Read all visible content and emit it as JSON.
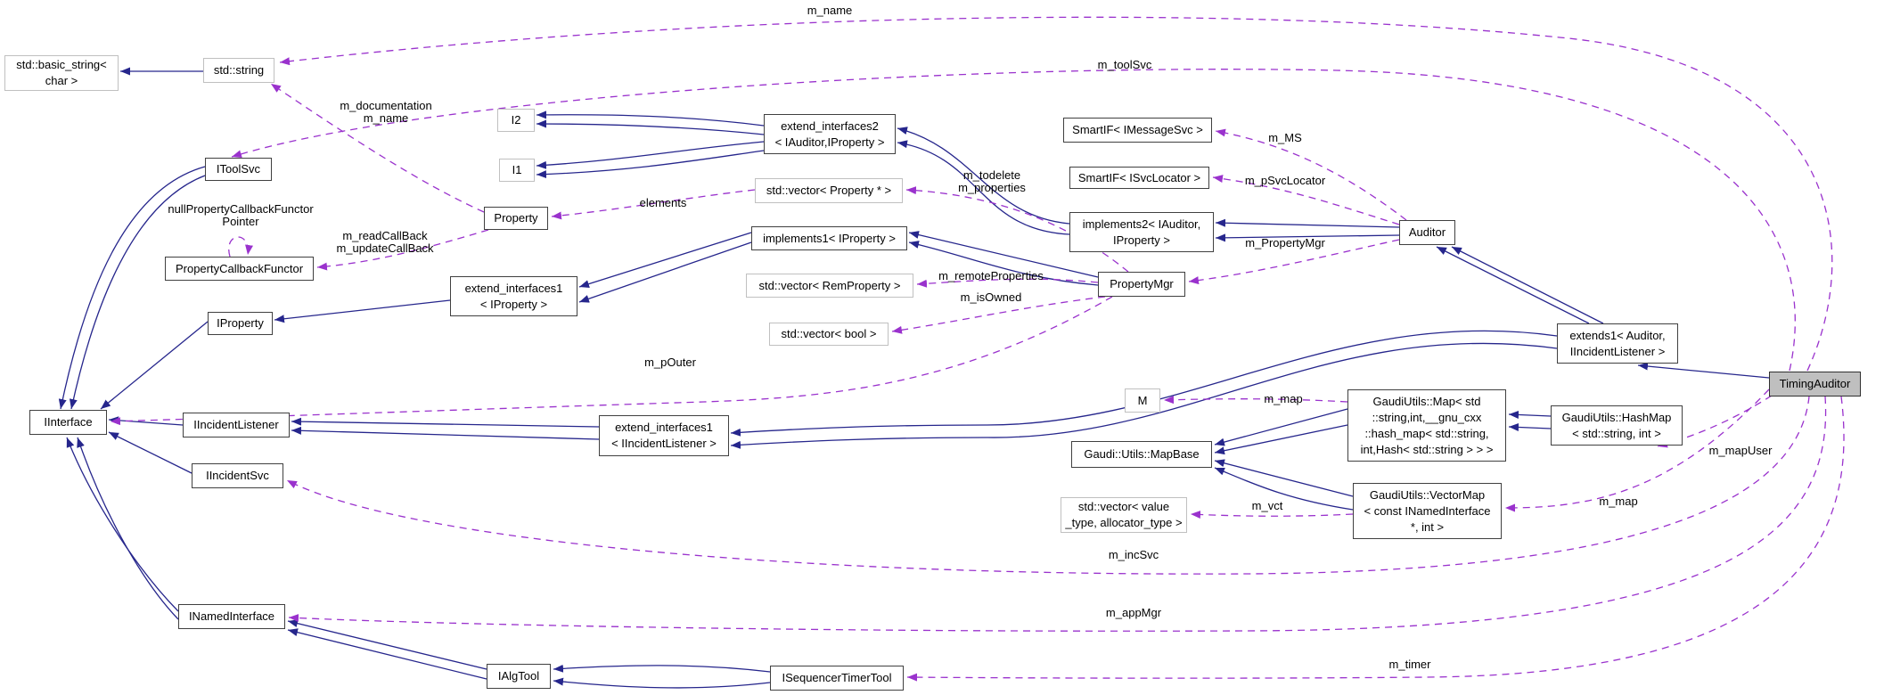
{
  "diagram": {
    "title": "TimingAuditor collaboration diagram",
    "colors": {
      "inherit_edge": "#26268c",
      "usage_edge": "#9a32cd",
      "subject_fill": "#bfbfbf",
      "node_fill": "#ffffff",
      "node_border": "#404040",
      "template_border": "#c0c0c0"
    },
    "nodes": [
      {
        "id": "basic_string",
        "lines": [
          "std::basic_string<",
          "char >"
        ],
        "style": "template"
      },
      {
        "id": "std_string",
        "lines": [
          "std::string"
        ],
        "style": "template"
      },
      {
        "id": "itoolsvc",
        "lines": [
          "IToolSvc"
        ],
        "style": "class"
      },
      {
        "id": "pcf",
        "lines": [
          "PropertyCallbackFunctor"
        ],
        "style": "class"
      },
      {
        "id": "iproperty",
        "lines": [
          "IProperty"
        ],
        "style": "class"
      },
      {
        "id": "iinterface",
        "lines": [
          "IInterface"
        ],
        "style": "class"
      },
      {
        "id": "iincidentlistener",
        "lines": [
          "IIncidentListener"
        ],
        "style": "class"
      },
      {
        "id": "iincidentsvc",
        "lines": [
          "IIncidentSvc"
        ],
        "style": "class"
      },
      {
        "id": "inamedinterface",
        "lines": [
          "INamedInterface"
        ],
        "style": "class"
      },
      {
        "id": "ialgtool",
        "lines": [
          "IAlgTool"
        ],
        "style": "class"
      },
      {
        "id": "isequencertimertool",
        "lines": [
          "ISequencerTimerTool"
        ],
        "style": "class"
      },
      {
        "id": "i2",
        "lines": [
          "I2"
        ],
        "style": "template"
      },
      {
        "id": "i1",
        "lines": [
          "I1"
        ],
        "style": "template"
      },
      {
        "id": "property",
        "lines": [
          "Property"
        ],
        "style": "class"
      },
      {
        "id": "ei1_iproperty",
        "lines": [
          "extend_interfaces1",
          "< IProperty >"
        ],
        "style": "class"
      },
      {
        "id": "ei2",
        "lines": [
          "extend_interfaces2",
          "< IAuditor,IProperty >"
        ],
        "style": "class"
      },
      {
        "id": "vec_property",
        "lines": [
          "std::vector< Property * >"
        ],
        "style": "template"
      },
      {
        "id": "impl1",
        "lines": [
          "implements1< IProperty >"
        ],
        "style": "class"
      },
      {
        "id": "vec_remproperty",
        "lines": [
          "std::vector< RemProperty >"
        ],
        "style": "template"
      },
      {
        "id": "vec_bool",
        "lines": [
          "std::vector< bool >"
        ],
        "style": "template"
      },
      {
        "id": "ei1_iil",
        "lines": [
          "extend_interfaces1",
          "< IIncidentListener >"
        ],
        "style": "class"
      },
      {
        "id": "smartif_msg",
        "lines": [
          "SmartIF< IMessageSvc >"
        ],
        "style": "class"
      },
      {
        "id": "smartif_svc",
        "lines": [
          "SmartIF< ISvcLocator >"
        ],
        "style": "class"
      },
      {
        "id": "impl2",
        "lines": [
          "implements2< IAuditor,",
          "IProperty >"
        ],
        "style": "class"
      },
      {
        "id": "propertymgr",
        "lines": [
          "PropertyMgr"
        ],
        "style": "class"
      },
      {
        "id": "auditor",
        "lines": [
          "Auditor"
        ],
        "style": "class"
      },
      {
        "id": "extends1",
        "lines": [
          "extends1< Auditor,",
          "IIncidentListener >"
        ],
        "style": "class"
      },
      {
        "id": "m_box",
        "lines": [
          "M"
        ],
        "style": "template"
      },
      {
        "id": "gmap",
        "lines": [
          "GaudiUtils::Map< std",
          "::string,int,__gnu_cxx",
          "::hash_map< std::string,",
          "int,Hash< std::string > > >"
        ],
        "style": "class"
      },
      {
        "id": "ghashmap",
        "lines": [
          "GaudiUtils::HashMap",
          "< std::string, int >"
        ],
        "style": "class"
      },
      {
        "id": "mapbase",
        "lines": [
          "Gaudi::Utils::MapBase"
        ],
        "style": "class"
      },
      {
        "id": "gvectormap",
        "lines": [
          "GaudiUtils::VectorMap",
          "< const INamedInterface",
          "*, int >"
        ],
        "style": "class"
      },
      {
        "id": "vec_valuetype",
        "lines": [
          "std::vector< value",
          "_type, allocator_type >"
        ],
        "style": "template"
      },
      {
        "id": "timingauditor",
        "lines": [
          "TimingAuditor"
        ],
        "style": "subject"
      }
    ],
    "edges": [
      {
        "from": "std_string",
        "to": "basic_string",
        "kind": "inherit"
      },
      {
        "from": "ei2",
        "to": "i2",
        "kind": "inherit"
      },
      {
        "from": "ei2",
        "to": "i1",
        "kind": "inherit"
      },
      {
        "from": "impl2",
        "to": "ei2",
        "kind": "inherit"
      },
      {
        "from": "impl1",
        "to": "ei1_iproperty",
        "kind": "inherit"
      },
      {
        "from": "ei1_iproperty",
        "to": "iproperty",
        "kind": "inherit"
      },
      {
        "from": "propertymgr",
        "to": "impl1",
        "kind": "inherit"
      },
      {
        "from": "auditor",
        "to": "impl2",
        "kind": "inherit"
      },
      {
        "from": "extends1",
        "to": "auditor",
        "kind": "inherit"
      },
      {
        "from": "extends1",
        "to": "ei1_iil",
        "kind": "inherit"
      },
      {
        "from": "ei1_iil",
        "to": "iincidentlistener",
        "kind": "inherit"
      },
      {
        "from": "iincidentlistener",
        "to": "iinterface",
        "kind": "inherit"
      },
      {
        "from": "iincidentsvc",
        "to": "iinterface",
        "kind": "inherit"
      },
      {
        "from": "iproperty",
        "to": "iinterface",
        "kind": "inherit"
      },
      {
        "from": "itoolsvc",
        "to": "iinterface",
        "kind": "inherit"
      },
      {
        "from": "inamedinterface",
        "to": "iinterface",
        "kind": "inherit"
      },
      {
        "from": "ialgtool",
        "to": "inamedinterface",
        "kind": "inherit"
      },
      {
        "from": "isequencertimertool",
        "to": "ialgtool",
        "kind": "inherit"
      },
      {
        "from": "timingauditor",
        "to": "extends1",
        "kind": "inherit"
      },
      {
        "from": "ghashmap",
        "to": "gmap",
        "kind": "inherit"
      },
      {
        "from": "gmap",
        "to": "mapbase",
        "kind": "inherit"
      },
      {
        "from": "gvectormap",
        "to": "mapbase",
        "kind": "inherit"
      },
      {
        "from": "timingauditor",
        "to": "std_string",
        "kind": "use",
        "label": [
          "m_name"
        ]
      },
      {
        "from": "timingauditor",
        "to": "itoolsvc",
        "kind": "use",
        "label": [
          "m_toolSvc"
        ]
      },
      {
        "from": "property",
        "to": "std_string",
        "kind": "use",
        "label": [
          "m_documentation",
          "m_name"
        ]
      },
      {
        "from": "pcf",
        "to": "pcf",
        "kind": "use",
        "label": [
          "nullPropertyCallbackFunctor",
          "Pointer"
        ]
      },
      {
        "from": "property",
        "to": "pcf",
        "kind": "use",
        "label": [
          "m_readCallBack",
          "m_updateCallBack"
        ]
      },
      {
        "from": "vec_property",
        "to": "property",
        "kind": "use",
        "label": [
          "elements"
        ]
      },
      {
        "from": "propertymgr",
        "to": "vec_property",
        "kind": "use",
        "label": [
          "m_todelete",
          "m_properties"
        ]
      },
      {
        "from": "propertymgr",
        "to": "vec_remproperty",
        "kind": "use",
        "label": [
          "m_remoteProperties"
        ]
      },
      {
        "from": "propertymgr",
        "to": "vec_bool",
        "kind": "use",
        "label": [
          "m_isOwned"
        ]
      },
      {
        "from": "auditor",
        "to": "smartif_msg",
        "kind": "use",
        "label": [
          "m_MS"
        ]
      },
      {
        "from": "auditor",
        "to": "smartif_svc",
        "kind": "use",
        "label": [
          "m_pSvcLocator"
        ]
      },
      {
        "from": "auditor",
        "to": "propertymgr",
        "kind": "use",
        "label": [
          "m_PropertyMgr"
        ]
      },
      {
        "from": "propertymgr",
        "to": "iinterface",
        "kind": "use",
        "label": [
          "m_pOuter"
        ]
      },
      {
        "from": "gmap",
        "to": "m_box",
        "kind": "use",
        "label": [
          "m_map"
        ]
      },
      {
        "from": "timingauditor",
        "to": "ghashmap",
        "kind": "use",
        "label": [
          "m_mapUser"
        ]
      },
      {
        "from": "timingauditor",
        "to": "gvectormap",
        "kind": "use",
        "label": [
          "m_map"
        ]
      },
      {
        "from": "gvectormap",
        "to": "vec_valuetype",
        "kind": "use",
        "label": [
          "m_vct"
        ]
      },
      {
        "from": "timingauditor",
        "to": "iincidentsvc",
        "kind": "use",
        "label": [
          "m_incSvc"
        ]
      },
      {
        "from": "timingauditor",
        "to": "inamedinterface",
        "kind": "use",
        "label": [
          "m_appMgr"
        ]
      },
      {
        "from": "timingauditor",
        "to": "isequencertimertool",
        "kind": "use",
        "label": [
          "m_timer"
        ]
      }
    ]
  }
}
